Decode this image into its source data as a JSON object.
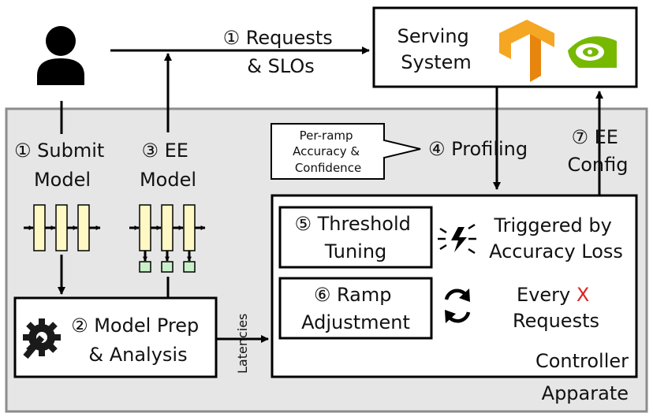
{
  "labels": {
    "requests_line1": "① Requests",
    "requests_line2": "& SLOs",
    "serving_line1": "Serving",
    "serving_line2": "System",
    "submit_line1": "① Submit",
    "submit_line2": "Model",
    "ee_model_line1": "③ EE",
    "ee_model_line2": "Model",
    "callout_line1": "Per-ramp",
    "callout_line2": "Accuracy &",
    "callout_line3": "Confidence",
    "profiling": "④ Profiling",
    "ee_config_line1": "⑦ EE",
    "ee_config_line2": "Config",
    "threshold_line1": "⑤ Threshold",
    "threshold_line2": "Tuning",
    "triggered_line1": "Triggered by",
    "triggered_line2": "Accuracy Loss",
    "ramp_line1": "⑥ Ramp",
    "ramp_line2": "Adjustment",
    "every_prefix": "Every ",
    "every_x": "X",
    "every_line2": "Requests",
    "prep_line1": "② Model Prep",
    "prep_line2": "& Analysis",
    "latencies": "Latencies",
    "controller": "Controller",
    "apparate": "Apparate"
  },
  "icons": [
    "user-icon",
    "tensorflow-logo-icon",
    "nvidia-logo-icon",
    "lightning-icon",
    "refresh-cycle-icon",
    "gear-wrench-icon"
  ],
  "colors": {
    "apparate_bg": "#e6e6e6",
    "apparate_border": "#8c8c8c",
    "layer_fill": "#fdf8c4",
    "ramp_fill": "#c9f0c9",
    "x_red": "#e0201b",
    "tf_orange": "#f5a623",
    "nvidia_green": "#76b900"
  }
}
